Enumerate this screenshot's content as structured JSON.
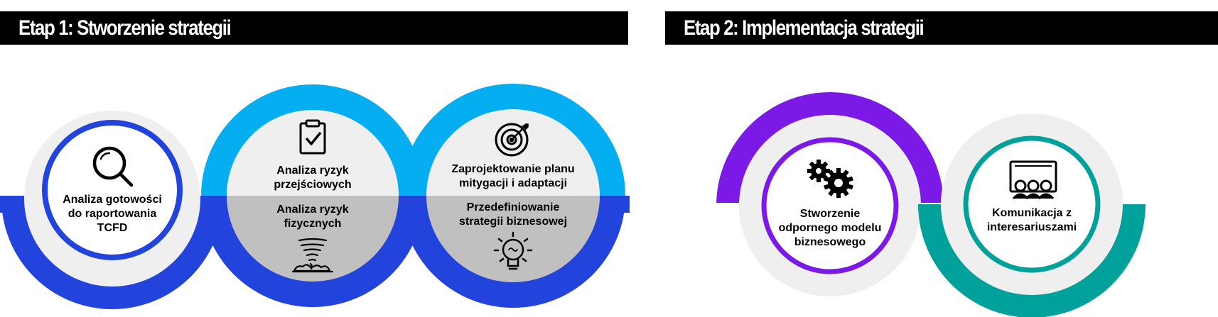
{
  "stage1": {
    "title": "Etap 1: Stworzenie strategii",
    "items": [
      {
        "label": "Analiza gotowości\ndo raportowania\nTCFD",
        "icon": "magnifier-icon"
      },
      {
        "label": "Analiza ryzyk\nprzejściowych",
        "icon": "clipboard-check-icon"
      },
      {
        "label": "Analiza ryzyk\nfizycznych",
        "icon": "tornado-icon"
      },
      {
        "label": "Zaprojektowanie planu\nmitygacji i adaptacji",
        "icon": "target-icon"
      },
      {
        "label": "Przedefiniowanie\nstrategii biznesowej",
        "icon": "lightbulb-icon"
      }
    ]
  },
  "stage2": {
    "title": "Etap 2: Implementacja strategii",
    "items": [
      {
        "label": "Stworzenie\nodpornego modelu\nbiznesowego",
        "icon": "gears-icon"
      },
      {
        "label": "Komunikacja z\ninteresariuszami",
        "icon": "audience-screen-icon"
      }
    ]
  },
  "colors": {
    "banner": "#000000",
    "royal_blue": "#2244dd",
    "sky_blue": "#04aef0",
    "purple": "#7b1ae6",
    "teal": "#00a19a",
    "light_gray": "#efefef",
    "mid_gray": "#c0c0c0"
  }
}
